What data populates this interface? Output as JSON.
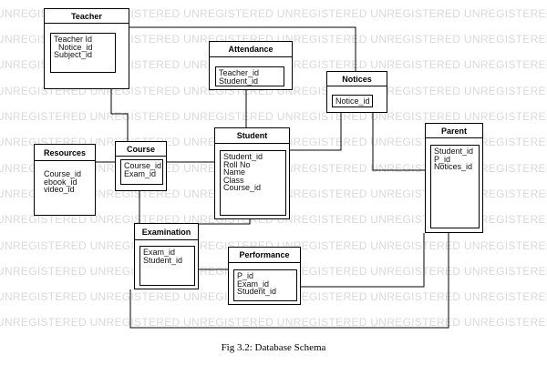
{
  "watermark": "UNREGISTERED UNREGISTERED UNREGISTERED UNREGISTERED UNREGISTERED UNREGISTERED UNREGISTERED UNREGISTERED",
  "entities": {
    "teacher": {
      "title": "Teacher",
      "attributes": [
        "Teacher Id",
        "  Notice_id",
        "Subject_id"
      ]
    },
    "attendance": {
      "title": "Attendance",
      "attributes": [
        "Teacher_id",
        "Student_id"
      ]
    },
    "notices": {
      "title": "Notices",
      "attributes": [
        "Notice_id"
      ]
    },
    "resources": {
      "title": "Resources",
      "attributes": [
        "Course_id",
        "ebook_id",
        "video_id"
      ]
    },
    "course": {
      "title": "Course",
      "attributes": [
        "Course_id",
        "Exam_id"
      ]
    },
    "student": {
      "title": "Student",
      "attributes": [
        "Student_id",
        "Roll No",
        "Name",
        "Class",
        "Course_id"
      ]
    },
    "parent": {
      "title": "Parent",
      "attributes": [
        "Student_id",
        "P_id",
        "Notices_id"
      ]
    },
    "examination": {
      "title": "Examination",
      "attributes": [
        "Exam_id",
        "Student_id"
      ]
    },
    "performance": {
      "title": "Performance",
      "attributes": [
        "P_id",
        "Exam_id",
        "Student_id"
      ]
    }
  },
  "caption": "Fig 3.2: Database Schema"
}
